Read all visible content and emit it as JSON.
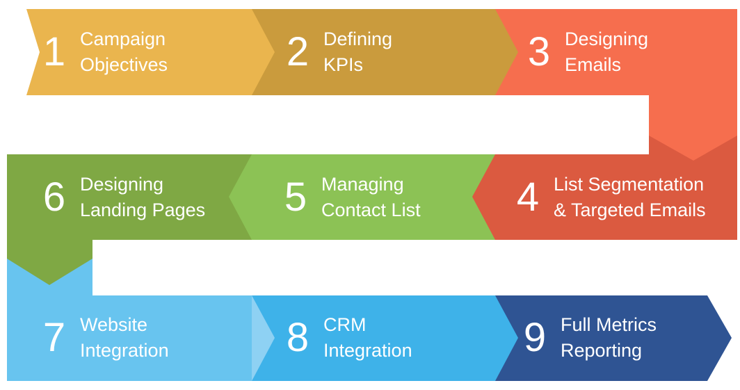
{
  "steps": [
    {
      "number": "1",
      "title": "Campaign\nObjectives",
      "color": "#EAB54E"
    },
    {
      "number": "2",
      "title": "Defining\nKPIs",
      "color": "#CA9B3D"
    },
    {
      "number": "3",
      "title": "Designing\nEmails",
      "color": "#F66E4E"
    },
    {
      "number": "4",
      "title": "List Segmentation\n& Targeted Emails",
      "color": "#DB5A40"
    },
    {
      "number": "5",
      "title": "Managing\nContact List",
      "color": "#8CC255"
    },
    {
      "number": "6",
      "title": "Designing\nLanding Pages",
      "color": "#7FA844"
    },
    {
      "number": "7",
      "title": "Website\nIntegration",
      "color": "#68C4EF",
      "tip_color": "#8ED1F3"
    },
    {
      "number": "8",
      "title": "CRM\nIntegration",
      "color": "#3EB2E9"
    },
    {
      "number": "9",
      "title": "Full Metrics\nReporting",
      "color": "#2F5493"
    }
  ],
  "background": "#FFFFFF"
}
